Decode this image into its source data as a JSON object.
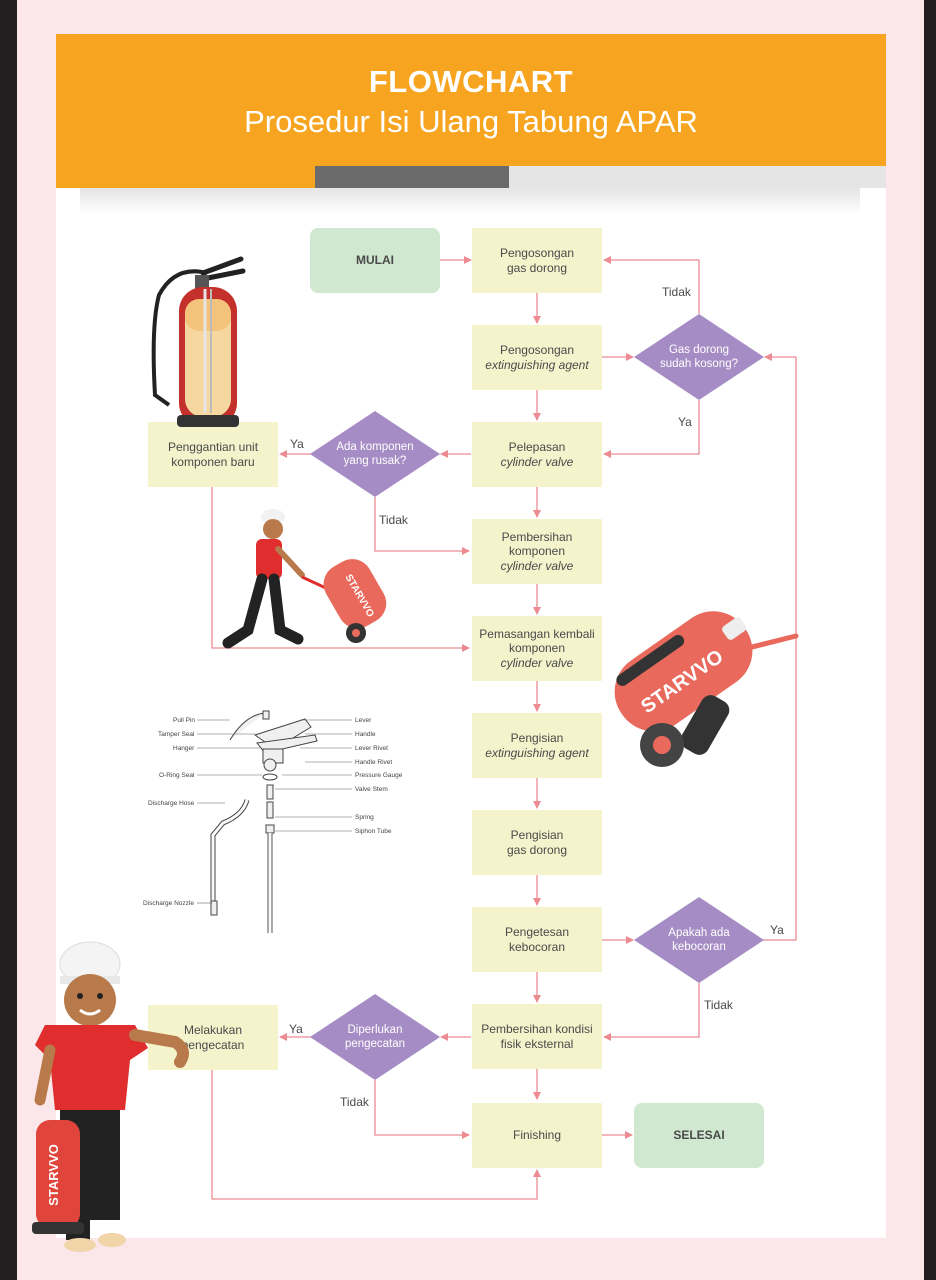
{
  "header": {
    "title": "FLOWCHART",
    "subtitle": "Prosedur Isi Ulang Tabung APAR"
  },
  "nodes": {
    "start": "MULAI",
    "n1": [
      "Pengosongan",
      "gas dorong"
    ],
    "n2": [
      "Pengosongan",
      "extinguishing agent"
    ],
    "n3": [
      "Pelepasan",
      "cylinder valve"
    ],
    "n4": [
      "Pembersihan",
      "komponen",
      "cylinder valve"
    ],
    "n5": [
      "Pemasangan kembali",
      "komponen",
      "cylinder valve"
    ],
    "n6": [
      "Pengisian",
      "extinguishing agent"
    ],
    "n7": [
      "Pengisian",
      "gas dorong"
    ],
    "n8": [
      "Pengetesan",
      "kebocoran"
    ],
    "n9": [
      "Pembersihan kondisi",
      "fisik eksternal"
    ],
    "n10": "Finishing",
    "end": "SELESAI",
    "replace": [
      "Penggantian unit",
      "komponen baru"
    ],
    "paint": [
      "Melakukan",
      "pengecatan"
    ]
  },
  "decisions": {
    "d1": [
      "Gas dorong",
      "sudah kosong?"
    ],
    "d2": [
      "Ada komponen",
      "yang rusak?"
    ],
    "d3": [
      "Apakah ada",
      "kebocoran"
    ],
    "d4": [
      "Diperlukan",
      "pengecatan"
    ]
  },
  "edge_labels": {
    "d1_no": "Tidak",
    "d1_yes": "Ya",
    "d2_yes": "Ya",
    "d2_no": "Tidak",
    "d3_yes": "Ya",
    "d3_no": "Tidak",
    "d4_yes": "Ya",
    "d4_no": "Tidak"
  },
  "valve_parts": {
    "left": [
      "Pull Pin",
      "Tamper Seal",
      "Hanger",
      "O-Ring Seal",
      "Discharge Hose",
      "Discharge Nozzle"
    ],
    "right": [
      "Lever",
      "Handle",
      "Lever Rivet",
      "Handle Rivet",
      "Pressure Gauge",
      "Valve Stem",
      "Spring",
      "Siphon Tube"
    ]
  },
  "brand": "STARVVO",
  "colors": {
    "orange": "#f7a520",
    "box": "#f4f3cc",
    "terminal": "#cfe8cf",
    "diamond": "#a58cc4",
    "arrow": "#ec8c92",
    "extinguisher_red": "#e96a5d"
  }
}
